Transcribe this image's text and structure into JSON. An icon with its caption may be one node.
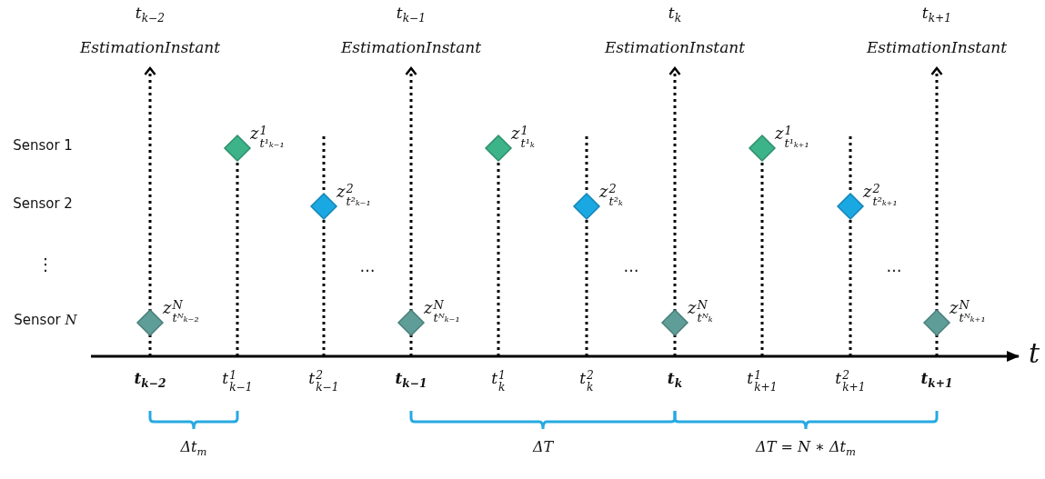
{
  "diagram": {
    "nodes": [
      {
        "text": [
          "t$_{k−2}$",
          "EstimationInstant"
        ]
      },
      {
        "text": [
          "t$_{k−1}$",
          "EstimationInstant"
        ]
      },
      {
        "text": [
          "t$_{k}$",
          "EstimationInstant"
        ]
      },
      {
        "text": [
          "t$_{k+1}$",
          "EstimationInstant"
        ]
      },
      {
        "text": [],
        "shape": "diamond",
        "beside": [
          "z$^{1}$$_{t¹ₖ₋₁}$"
        ]
      },
      {
        "text": [],
        "shape": "diamond",
        "beside": [
          "z$^{1}$$_{t¹ₖ}$"
        ]
      },
      {
        "text": [],
        "shape": "diamond",
        "beside": [
          "z$^{1}$$_{t¹ₖ₊₁}$"
        ]
      },
      {
        "text": [],
        "shape": "diamond",
        "beside": [
          "z$^{2}$$_{t²ₖ₋₁}$"
        ]
      },
      {
        "text": [],
        "shape": "diamond",
        "beside": [
          "z$^{2}$$_{t²ₖ}$"
        ]
      },
      {
        "text": [],
        "shape": "diamond",
        "beside": [
          "z$^{2}$$_{t²ₖ₊₁}$"
        ]
      },
      {
        "text": [],
        "shape": "diamond",
        "beside": [
          "z$^{N}$$_{tᴺₖ₋₂}$"
        ]
      },
      {
        "text": [],
        "shape": "diamond",
        "beside": [
          "z$^{N}$$_{tᴺₖ₋₁}$"
        ]
      },
      {
        "text": [],
        "shape": "diamond",
        "beside": [
          "z$^{N}$$_{tᴺₖ}$"
        ]
      },
      {
        "text": [],
        "shape": "diamond",
        "beside": [
          "z$^{N}$$_{tᴺₖ₊₁}$"
        ]
      }
    ],
    "edges": [
      {
        "from": null,
        "to": 0,
        "arrow": "to",
        "style": "dashed"
      },
      {
        "from": null,
        "to": 1,
        "arrow": "to",
        "style": "dashed"
      },
      {
        "from": null,
        "to": 2,
        "arrow": "to",
        "style": "dashed"
      },
      {
        "from": null,
        "to": 3,
        "arrow": "to",
        "style": "dashed"
      },
      {
        "from": null,
        "to": 4,
        "arrow": "none",
        "style": "dashed"
      },
      {
        "from": null,
        "to": 7,
        "arrow": "none",
        "style": "dashed"
      },
      {
        "from": null,
        "to": 5,
        "arrow": "none",
        "style": "dashed"
      },
      {
        "from": null,
        "to": 8,
        "arrow": "none",
        "style": "dashed"
      },
      {
        "from": null,
        "to": 6,
        "arrow": "none",
        "style": "dashed"
      },
      {
        "from": null,
        "to": 9,
        "arrow": "none",
        "style": "dashed"
      }
    ],
    "labels": [
      "Sensor 1",
      "Sensor 2",
      "⋮",
      "Sensor *N*",
      "…",
      "…",
      "…",
      "t$_{k−2}$",
      "t$^{1}$$_{k−1}$",
      "t$^{2}$$_{k−1}$",
      "t$_{k−1}$",
      "t$^{1}$$_{k}$",
      "t$^{2}$$_{k}$",
      "t$_{k}$",
      "t$^{1}$$_{k+1}$",
      "t$^{2}$$_{k+1}$",
      "t$_{k+1}$",
      "t",
      "Δt$_{m}$",
      "ΔT",
      "ΔT = N ∗ Δt$_{m}$"
    ]
  }
}
